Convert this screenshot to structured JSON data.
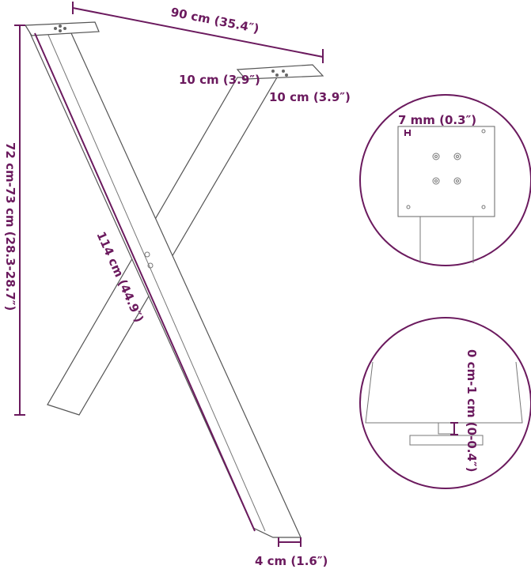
{
  "colors": {
    "dimension": "#6b1a5e",
    "outline": "#555555"
  },
  "labels": {
    "width": "90 cm (35.4″)",
    "plate_width": "10 cm (3.9″)",
    "plate_depth": "10 cm (3.9″)",
    "height": "72 cm-73 cm (28.3-28.7″)",
    "leg_length": "114 cm (44.9″)",
    "foot_width": "4 cm (1.6″)",
    "plate_thickness": "7 mm (0.3″)",
    "leveler_range": "0 cm-1 cm (0-0.4″)"
  }
}
